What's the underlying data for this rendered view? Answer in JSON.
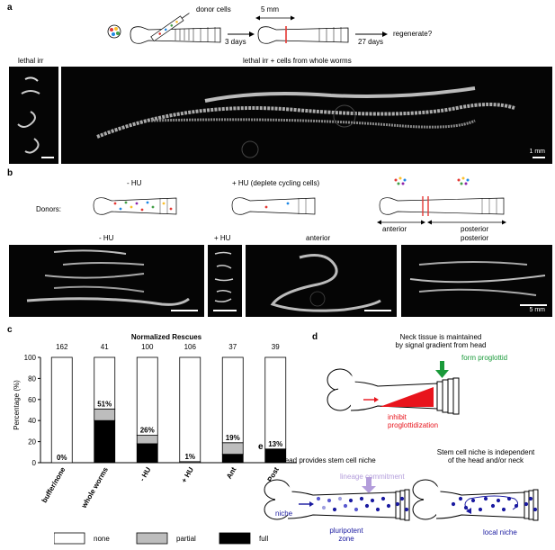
{
  "panel_a": {
    "label": "a",
    "donor_cells": "donor cells",
    "length": "5 mm",
    "days1": "3 days",
    "days2": "27 days",
    "question": "regenerate?",
    "left_title": "lethal irr",
    "right_title": "lethal irr + cells from whole worms",
    "scale": "1 mm"
  },
  "panel_b": {
    "label": "b",
    "donors": "Donors:",
    "minus_hu": "- HU",
    "plus_hu": "+ HU (deplete cycling cells)",
    "anterior": "anterior",
    "posterior": "posterior",
    "img1_title": "- HU",
    "img2_title": "+ HU",
    "img3_title": "anterior",
    "img4_title": "posterior",
    "scale": "5 mm"
  },
  "panel_c": {
    "label": "c",
    "legend": [
      "none",
      "partial",
      "full"
    ]
  },
  "chart_data": {
    "type": "bar",
    "stacked": true,
    "title": "Normalized Rescues",
    "ylabel": "Percentage (%)",
    "ylim": [
      0,
      100
    ],
    "yticks": [
      0,
      20,
      40,
      60,
      80,
      100
    ],
    "categories": [
      "buffer/none",
      "whole worms",
      "- HU",
      "+ HU",
      "Ant",
      "Post"
    ],
    "counts": [
      "162",
      "41",
      "100",
      "106",
      "37",
      "39"
    ],
    "percent_labels": [
      "0%",
      "51%",
      "26%",
      "1%",
      "19%",
      "13%"
    ],
    "series": [
      {
        "name": "full",
        "color": "#000000",
        "values": [
          0,
          40,
          18,
          0,
          8,
          13
        ]
      },
      {
        "name": "partial",
        "color": "#bdbdbd",
        "values": [
          0,
          11,
          8,
          1,
          11,
          0
        ]
      },
      {
        "name": "none",
        "color": "#ffffff",
        "values": [
          100,
          49,
          74,
          99,
          81,
          87
        ]
      }
    ]
  },
  "panel_d": {
    "label": "d",
    "title_line1": "Neck tissue is maintained",
    "title_line2": "by signal gradient from head",
    "form": "form proglottid",
    "inhibit1": "inhibit",
    "inhibit2": "proglottidization",
    "green": "#1a9a3a",
    "red": "#e8141c"
  },
  "panel_e": {
    "label": "e",
    "left_title": "Head provides stem cell niche",
    "lineage": "lineage commitment",
    "niche": "niche",
    "pluri1": "pluripotent",
    "pluri2": "zone",
    "right_title1": "Stem cell niche is independent",
    "right_title2": "of the head and/or neck",
    "local": "local niche",
    "purple": "#b39ddb",
    "blue": "#1a1aa0"
  }
}
